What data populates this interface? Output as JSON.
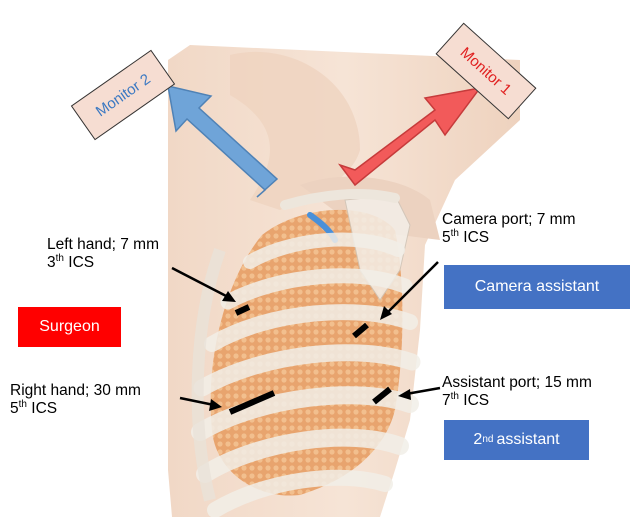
{
  "monitors": [
    {
      "label": "Monitor 2",
      "text_color": "#3a78c2"
    },
    {
      "label": "Monitor 1",
      "text_color": "#e02020"
    }
  ],
  "roles": {
    "surgeon": "Surgeon",
    "camera_assistant": "Camera assistant",
    "second_assistant_sup": "nd",
    "second_assistant_num": "2",
    "second_assistant_word": "assistant"
  },
  "ports": {
    "left_hand": {
      "line1": "Left hand; 7 mm",
      "num": "3",
      "sup": "th",
      "ics": "ICS"
    },
    "right_hand": {
      "line1": "Right hand; 30 mm",
      "num": "5",
      "sup": "th",
      "ics": "ICS"
    },
    "camera_port": {
      "line1": "Camera port; 7 mm",
      "num": "5",
      "sup": "th",
      "ics": "ICS"
    },
    "assistant_port": {
      "line1": "Assistant port; 15 mm",
      "num": "7",
      "sup": "th",
      "ics": "ICS"
    }
  },
  "colors": {
    "surgeon_box": "#ff0000",
    "assistant_box": "#4472c4",
    "arrow_blue": "#6fa4d8",
    "arrow_red": "#f25a5a",
    "lung": "#e8a46e",
    "skin": "#f3dccb",
    "rib": "#f2efe8"
  }
}
